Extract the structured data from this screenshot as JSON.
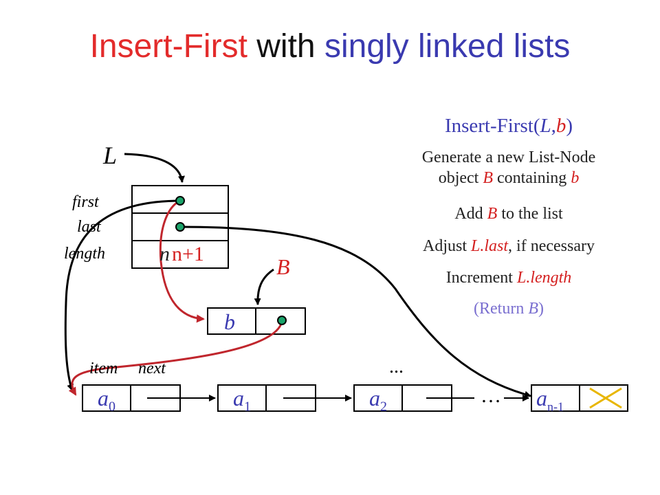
{
  "title": {
    "part1": "Insert-First",
    "part2": " with ",
    "part3": "singly linked lists"
  },
  "labels": {
    "L": "L",
    "first": "first",
    "last": "last",
    "length": "length",
    "length_old": "n",
    "length_new": "n+1",
    "B": "B",
    "b_item": "b",
    "item": "item",
    "next": "next",
    "dots_top": "...",
    "dots_mid": "…"
  },
  "nodes": [
    {
      "base": "a",
      "sub": "0"
    },
    {
      "base": "a",
      "sub": "1"
    },
    {
      "base": "a",
      "sub": "2"
    },
    {
      "base": "a",
      "sub": "n-1"
    }
  ],
  "procedure": {
    "name": "Insert-First(",
    "arg1": "L",
    "comma": ",",
    "arg2": "b",
    "close": ")",
    "step1_a": "Generate a new List-Node",
    "step1_b": "object ",
    "step1_B": "B",
    "step1_c": " containing ",
    "step1_b_var": "b",
    "step2_a": "Add ",
    "step2_B": "B",
    "step2_c": " to the list",
    "step3_a": "Adjust ",
    "step3_var": "L.last",
    "step3_c": ", if necessary",
    "step4_a": "Increment ",
    "step4_var": "L.length",
    "step5_a": "(Return ",
    "step5_B": "B",
    "step5_c": ")"
  },
  "colors": {
    "title_red": "#e32b2b",
    "title_blue": "#3a3ab0",
    "arrow_red": "#c0262d",
    "dot_green": "#1aa36a",
    "cross_gold": "#e8b600"
  }
}
